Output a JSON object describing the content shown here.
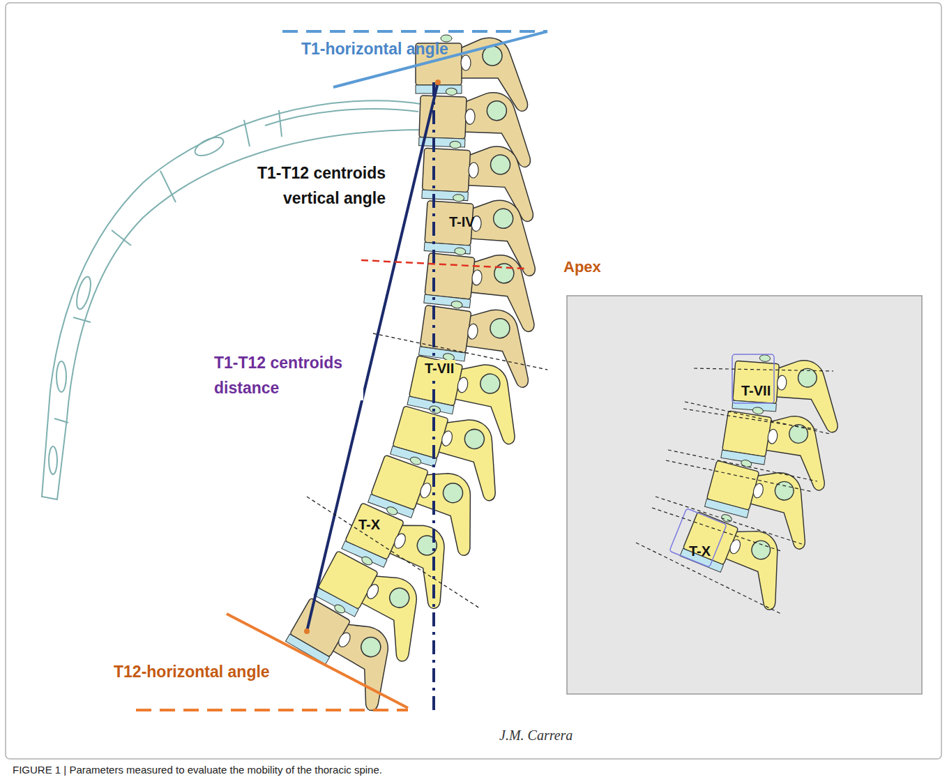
{
  "diagram": {
    "caption": "FIGURE 1 | Parameters measured to evaluate the mobility of the thoracic spine.",
    "labels": [
      "T1-horizontal angle",
      "T1-T12 centroids vertical angle",
      "T-IV",
      "Apex",
      "T1-T12 centroids distance",
      "T-VII",
      "T-X",
      "T12-horizontal angle",
      "T-VII",
      "T-X",
      "J.M. Carrera"
    ]
  }
}
